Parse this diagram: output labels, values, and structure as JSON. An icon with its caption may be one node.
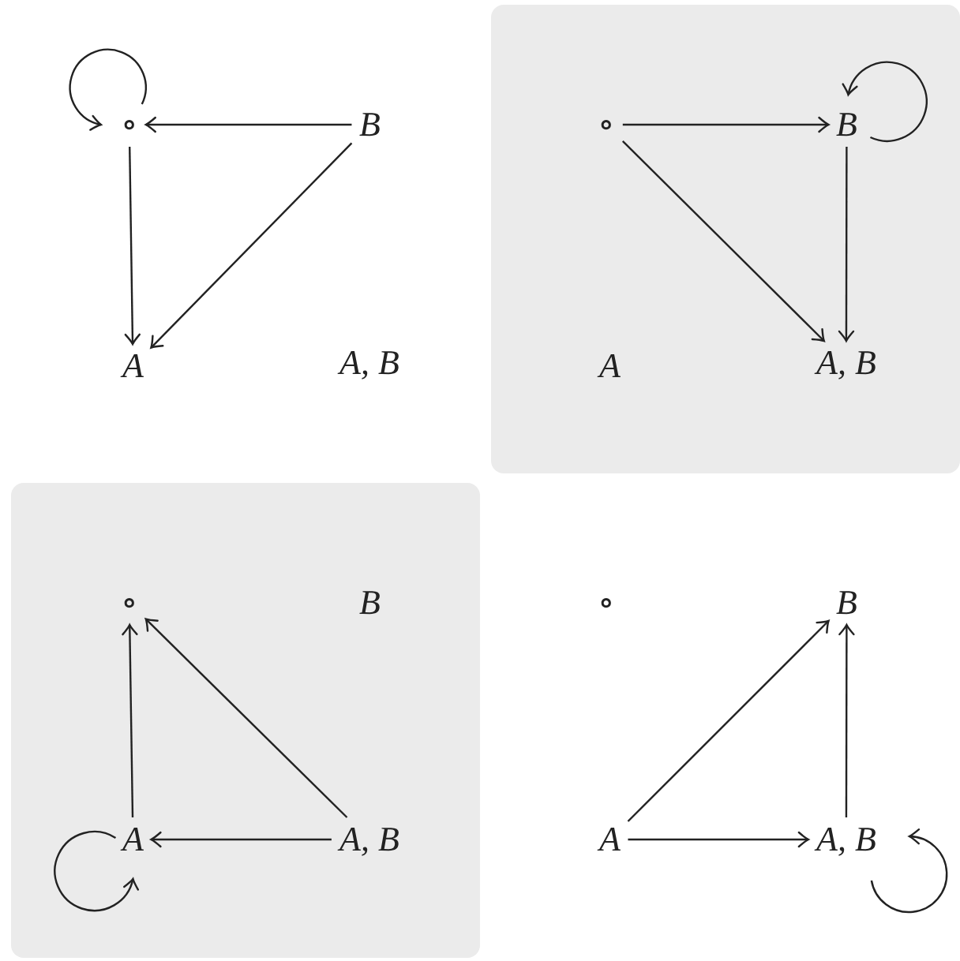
{
  "diagram": {
    "nodes": [
      {
        "text": [
          "∘"
        ]
      },
      {
        "text": [
          "B"
        ]
      },
      {
        "text": [
          "A"
        ]
      },
      {
        "text": [
          "A, B"
        ]
      },
      {
        "text": [],
        "shape": "box"
      },
      {
        "text": [
          "∘"
        ],
        "in": 4
      },
      {
        "text": [
          "B"
        ],
        "in": 4
      },
      {
        "text": [
          "A"
        ],
        "in": 4
      },
      {
        "text": [
          "A, B"
        ],
        "in": 4
      },
      {
        "text": [],
        "shape": "box"
      },
      {
        "text": [
          "∘"
        ],
        "in": 9
      },
      {
        "text": [
          "B"
        ],
        "in": 9
      },
      {
        "text": [
          "A"
        ],
        "in": 9
      },
      {
        "text": [
          "A, B"
        ],
        "in": 9
      },
      {
        "text": [
          "∘"
        ]
      },
      {
        "text": [
          "B"
        ]
      },
      {
        "text": [
          "A"
        ]
      },
      {
        "text": [
          "A, B"
        ]
      }
    ],
    "edges": [
      {
        "from": 0,
        "to": 0,
        "arrow": "to"
      },
      {
        "from": 1,
        "to": 0,
        "arrow": "to"
      },
      {
        "from": 0,
        "to": 2,
        "arrow": "to"
      },
      {
        "from": 1,
        "to": 2,
        "arrow": "to"
      },
      {
        "from": 5,
        "to": 6,
        "arrow": "to"
      },
      {
        "from": 5,
        "to": 8,
        "arrow": "to"
      },
      {
        "from": 6,
        "to": 8,
        "arrow": "to"
      },
      {
        "from": 6,
        "to": 6,
        "arrow": "to"
      },
      {
        "from": 12,
        "to": 10,
        "arrow": "to"
      },
      {
        "from": 13,
        "to": 10,
        "arrow": "to"
      },
      {
        "from": 13,
        "to": 12,
        "arrow": "to"
      },
      {
        "from": 12,
        "to": 12,
        "arrow": "to"
      },
      {
        "from": 16,
        "to": 15,
        "arrow": "to"
      },
      {
        "from": 17,
        "to": 15,
        "arrow": "to"
      },
      {
        "from": 16,
        "to": 17,
        "arrow": "to"
      },
      {
        "from": 17,
        "to": 17,
        "arrow": "to"
      }
    ]
  }
}
